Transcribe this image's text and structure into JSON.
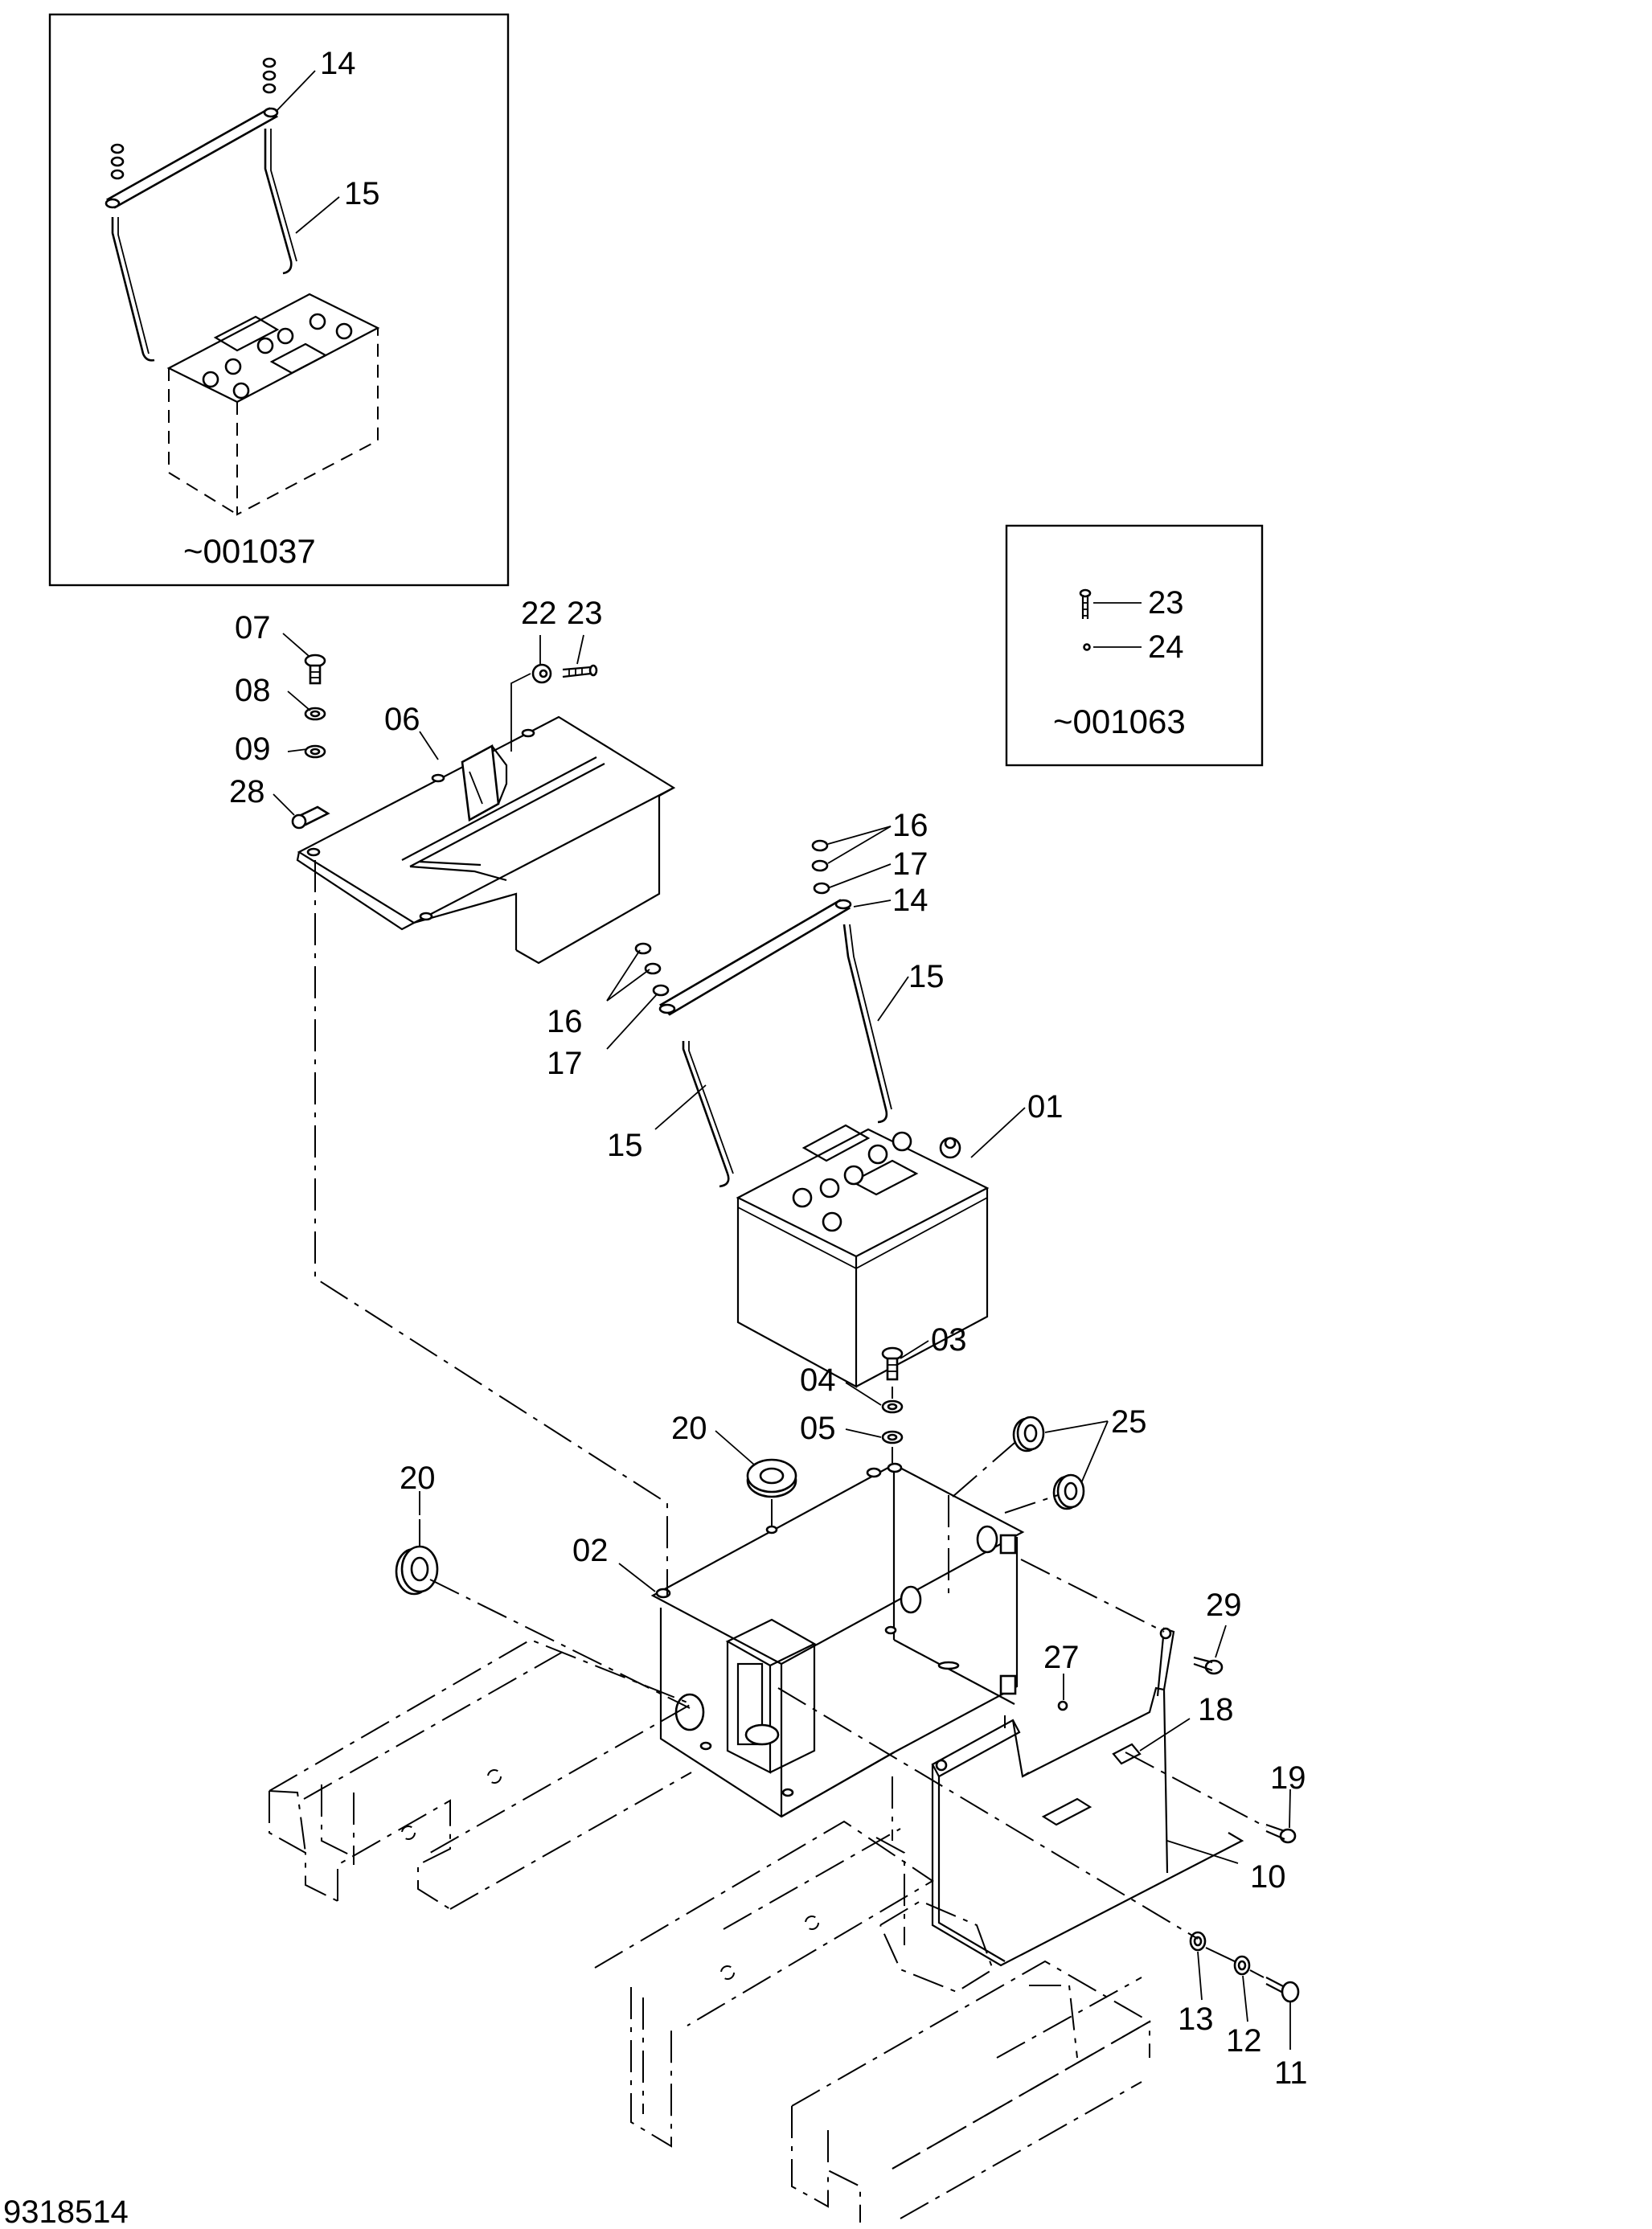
{
  "diagram": {
    "drawing_number": "9318514",
    "inset_left": {
      "serial_note": "~001037",
      "labels": [
        "14",
        "15"
      ]
    },
    "inset_right": {
      "serial_note": "~001063",
      "labels": [
        "23",
        "24"
      ]
    },
    "callouts": {
      "c07": "07",
      "c08": "08",
      "c09": "09",
      "c28": "28",
      "c06": "06",
      "c22": "22",
      "c23": "23",
      "c16a": "16",
      "c17a": "17",
      "c14": "14",
      "c15a": "15",
      "c16b": "16",
      "c17b": "17",
      "c15b": "15",
      "c01": "01",
      "c03": "03",
      "c04": "04",
      "c05": "05",
      "c20a": "20",
      "c25": "25",
      "c20b": "20",
      "c02": "02",
      "c29": "29",
      "c27": "27",
      "c18": "18",
      "c19": "19",
      "c10": "10",
      "c13": "13",
      "c12": "12",
      "c11": "11"
    }
  }
}
